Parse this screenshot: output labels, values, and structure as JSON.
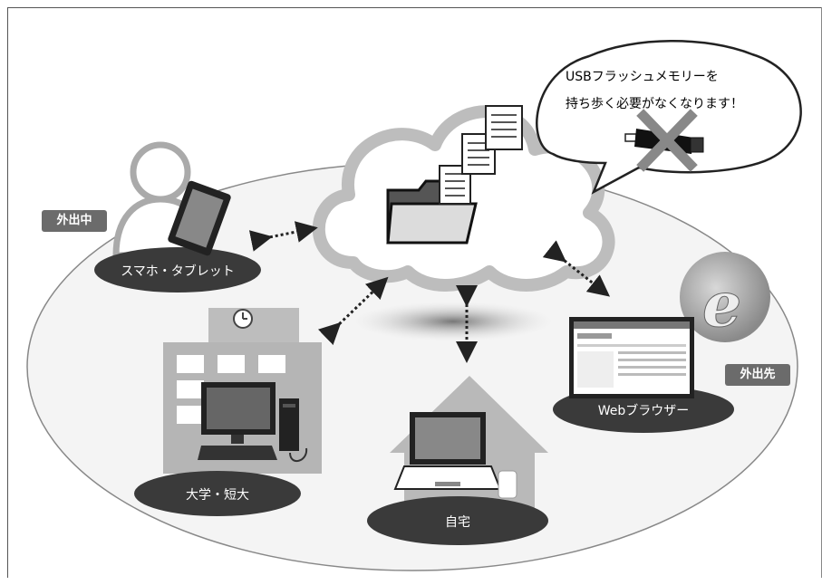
{
  "bubble": {
    "line1": "USBフラッシュメモリーを",
    "line2": "持ち歩く必要がなくなります！"
  },
  "tags": {
    "outside": "外出中",
    "destination": "外出先"
  },
  "nodes": {
    "smartphone": "スマホ・タブレット",
    "university": "大学・短大",
    "home": "自宅",
    "browser": "Webブラウザー"
  },
  "colors": {
    "node_pill": "#3a3a3a",
    "tag_bg": "#6b6b6b",
    "cloud_stroke": "#bdbdbd",
    "arrow": "#222222"
  },
  "icons": [
    "person-icon",
    "tablet-icon",
    "cloud-icon",
    "folder-icon",
    "document-icon",
    "usb-drive-icon",
    "cross-icon",
    "building-icon",
    "clock-icon",
    "desktop-pc-icon",
    "house-icon",
    "laptop-icon",
    "browser-window-icon",
    "internet-explorer-icon"
  ]
}
